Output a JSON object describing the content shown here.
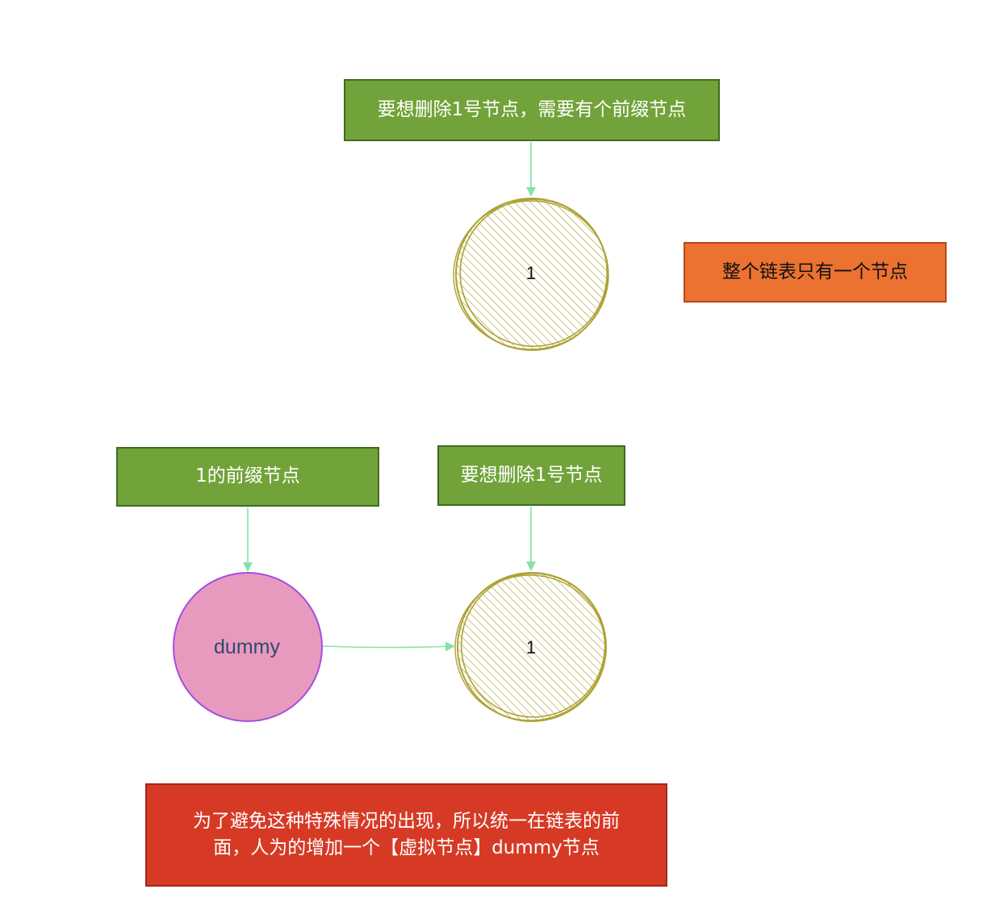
{
  "labels": {
    "top_box": "要想删除1号节点，需要有个前缀节点",
    "single_node_note": "整个链表只有一个节点",
    "predecessor_box": "1的前缀节点",
    "delete_box": "要想删除1号节点",
    "explanation_line1": "为了避免这种特殊情况的出现，所以统一在链表的前",
    "explanation_line2": "面，人为的增加一个【虚拟节点】dummy节点"
  },
  "nodes": {
    "top_node": "1",
    "dummy_node": "dummy",
    "bottom_node": "1"
  },
  "colors": {
    "green_fill": "#72a33a",
    "green_border": "#3f6b23",
    "orange_fill": "#eb7230",
    "red_fill": "#d63a25",
    "arrow": "#86e3a6",
    "sketch_stroke": "#ada234",
    "dummy_fill": "#e899be",
    "dummy_stroke": "#a24ee0",
    "dummy_text": "#2d4b6e"
  }
}
